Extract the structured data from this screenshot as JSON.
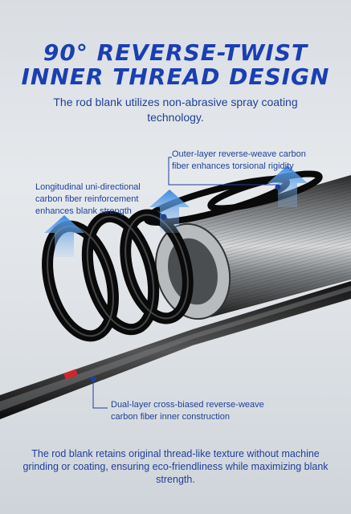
{
  "header": {
    "title_line1": "90° REVERSE-TWIST",
    "title_line2": "INNER THREAD DESIGN",
    "subtitle": "The rod blank utilizes non-abrasive spray coating technology."
  },
  "callouts": {
    "outer_layer": "Outer-layer reverse-weave carbon fiber enhances torsional rigidity",
    "longitudinal": "Longitudinal uni-directional carbon fiber reinforcement enhances blank strength",
    "inner": "Dual-layer cross-biased reverse-weave carbon fiber inner construction"
  },
  "footer": {
    "text": "The rod blank retains original thread-like texture without machine grinding or coating, ensuring eco-friendliness while maximizing blank strength."
  },
  "colors": {
    "title": "#1a3fb3",
    "text": "#1f3f9a",
    "arrow": "#3d8be0",
    "background": "#e1e5e9"
  }
}
